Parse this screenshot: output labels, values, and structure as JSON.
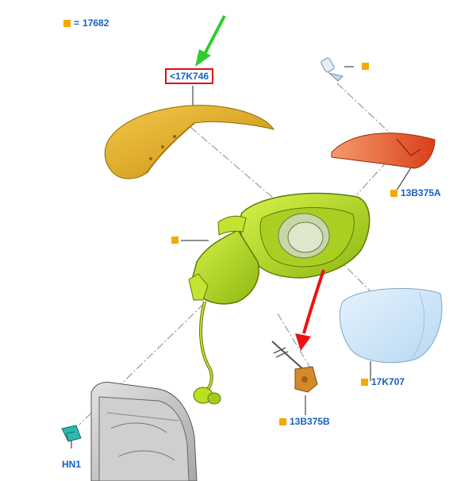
{
  "legend": {
    "prefix": "=",
    "code": "17682"
  },
  "callouts": {
    "cover": "<17K746",
    "bulb": "",
    "indicator": "13B375A",
    "housing": "",
    "glass": "17K707",
    "bulb_holder": "13B375B",
    "clip": "HN1"
  },
  "colors": {
    "label_blue": "#1560c0",
    "marker_orange": "#f5a800",
    "highlight_red": "#e01010",
    "arrow_green": "#2ecc2e",
    "arrow_red": "#ee1111",
    "cover_yellow": "#e8b11a",
    "housing_green": "#b8e020",
    "indicator_orange": "#e85a20",
    "glass_blue": "#cfe6f7"
  }
}
